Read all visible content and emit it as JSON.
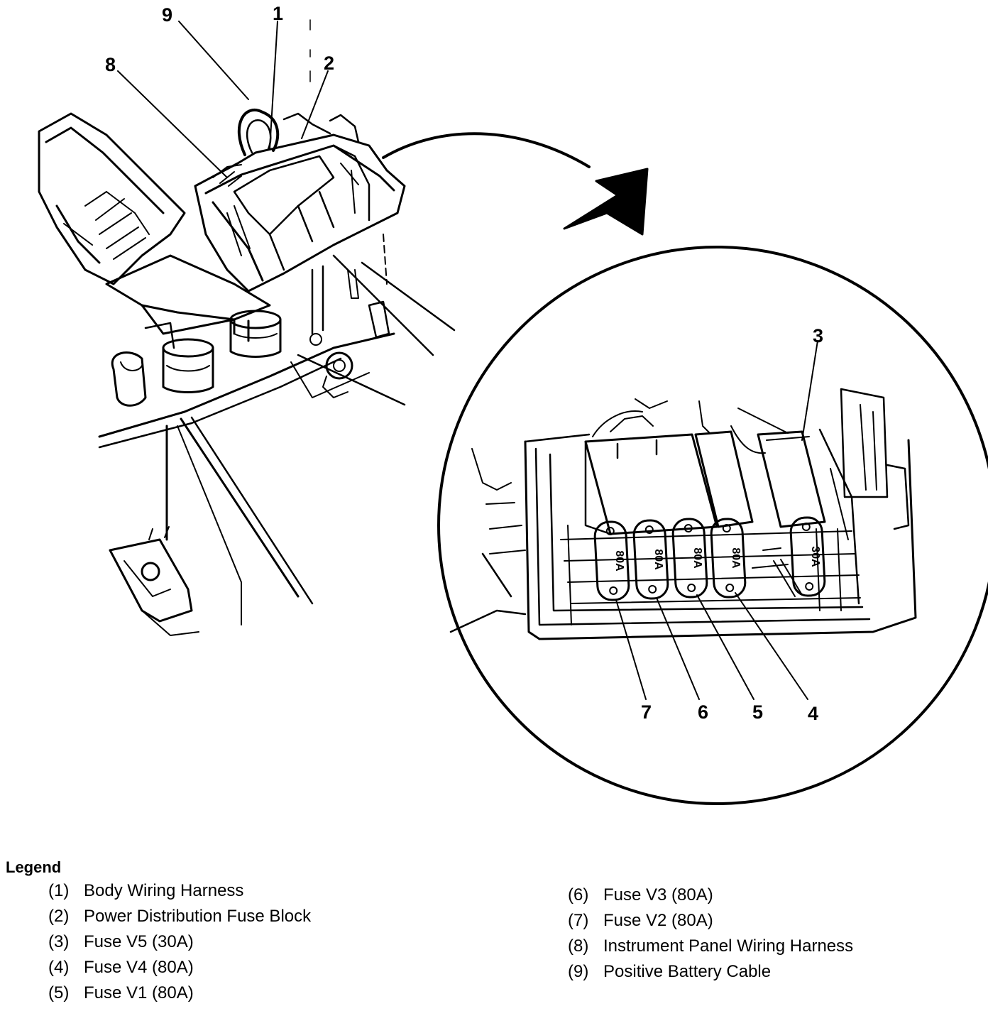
{
  "callouts": {
    "c1": "1",
    "c2": "2",
    "c3": "3",
    "c4": "4",
    "c5": "5",
    "c6": "6",
    "c7": "7",
    "c8": "8",
    "c9": "9"
  },
  "fuses": [
    {
      "rating": "80A"
    },
    {
      "rating": "80A"
    },
    {
      "rating": "80A"
    },
    {
      "rating": "80A"
    },
    {
      "rating": "30A"
    }
  ],
  "legend": {
    "title": "Legend",
    "items": [
      {
        "num": "(1)",
        "text": "Body Wiring Harness"
      },
      {
        "num": "(2)",
        "text": "Power Distribution Fuse Block"
      },
      {
        "num": "(3)",
        "text": "Fuse V5 (30A)"
      },
      {
        "num": "(4)",
        "text": "Fuse V4 (80A)"
      },
      {
        "num": "(5)",
        "text": "Fuse V1 (80A)"
      },
      {
        "num": "(6)",
        "text": "Fuse V3 (80A)"
      },
      {
        "num": "(7)",
        "text": "Fuse V2 (80A)"
      },
      {
        "num": "(8)",
        "text": "Instrument Panel Wiring Harness"
      },
      {
        "num": "(9)",
        "text": "Positive Battery Cable"
      }
    ]
  }
}
